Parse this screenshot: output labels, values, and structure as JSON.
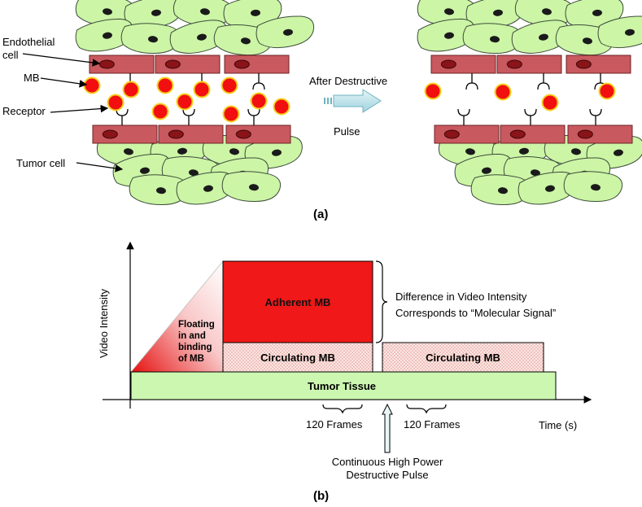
{
  "panel_a": {
    "caption": "(a)",
    "labels": {
      "endothelial_line1": "Endothelial",
      "endothelial_line2": "cell",
      "mb": "MB",
      "receptor": "Receptor",
      "tumor_cell": "Tumor cell"
    },
    "arrow_label_line1": "After Destructive",
    "arrow_label_line2": "Pulse"
  },
  "panel_b": {
    "caption": "(b)",
    "ylabel": "Video Intensity",
    "xlabel": "Time (s)",
    "blocks": {
      "adherent": "Adherent MB",
      "circulating_before": "Circulating MB",
      "circulating_after": "Circulating MB",
      "tumor": "Tumor Tissue",
      "floating_lines": [
        "Floating",
        "in and",
        "binding",
        "of MB"
      ]
    },
    "difference_lines": [
      "Difference in Video Intensity",
      "Corresponds to “Molecular Signal”"
    ],
    "frames_left": "120 Frames",
    "frames_right": "120 Frames",
    "pulse_lines": [
      "Continuous High Power",
      "Destructive Pulse"
    ]
  },
  "colors": {
    "cell_green": "#ccf5a6",
    "endothelial_red": "#c8595e",
    "nucleus_dark": "#1a1a1a",
    "mb_red": "#f20f0f",
    "mb_ring": "#f5d020",
    "adherent_red": "#f01818",
    "circulating_pink": "#fbe0dc",
    "tumor_green": "#ccf7b0",
    "arrow_blue": "#c6e8ee"
  }
}
